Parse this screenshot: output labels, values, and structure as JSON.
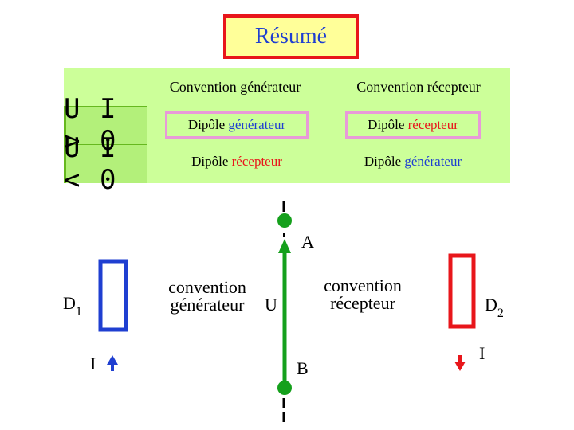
{
  "title": "Résumé",
  "table": {
    "headers": [
      "Convention générateur",
      "Convention récepteur"
    ],
    "rows": [
      {
        "label": "U I > 0",
        "cells": [
          {
            "prefix": "Dipôle ",
            "kind": "générateur"
          },
          {
            "prefix": "Dipôle ",
            "kind": "récepteur"
          }
        ]
      },
      {
        "label": "U I < 0",
        "cells": [
          {
            "prefix": "Dipôle ",
            "kind": "récepteur"
          },
          {
            "prefix": "Dipôle ",
            "kind": "générateur"
          }
        ]
      }
    ]
  },
  "diagram": {
    "d1_label": "D",
    "d1_sub": "1",
    "d2_label": "D",
    "d2_sub": "2",
    "current_left": "I",
    "current_right": "I",
    "node_a": "A",
    "node_b": "B",
    "voltage": "U",
    "left_convention_line1": "convention",
    "left_convention_line2": "générateur",
    "right_convention_line1": "convention",
    "right_convention_line2": "récepteur"
  },
  "colors": {
    "title_bg": "#ffff99",
    "title_border": "#e8161b",
    "title_text": "#1f3fd1",
    "table_light": "#ccff99",
    "table_mid": "#b3f07a",
    "table_border": "#66b81f",
    "cell_border": "#e89ad8",
    "generator": "#1f3fd1",
    "receptor": "#e8161b",
    "wire": "#15a01c",
    "d1": "#1f3fd1",
    "d2": "#e8161b"
  }
}
